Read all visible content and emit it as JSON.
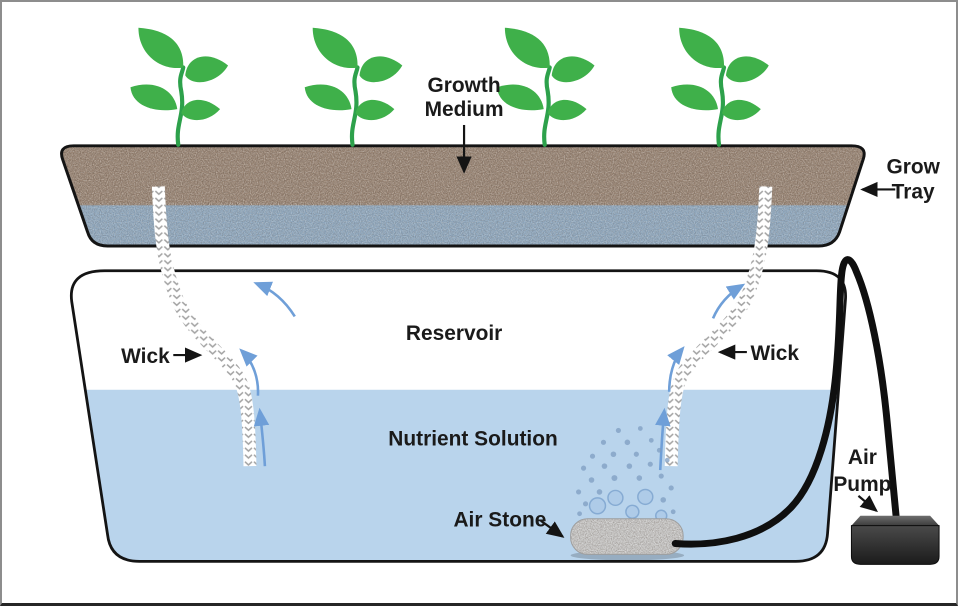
{
  "diagram": {
    "title": "Wick system hydroponics diagram",
    "labels": {
      "growth_medium": {
        "line1": "Growth",
        "line2": "Medium"
      },
      "grow_tray": {
        "line1": "Grow",
        "line2": "Tray"
      },
      "reservoir": "Reservoir",
      "nutrient_solution": "Nutrient Solution",
      "wick_left": "Wick",
      "wick_right": "Wick",
      "air_stone": "Air Stone",
      "air_pump": {
        "line1": "Air",
        "line2": "Pump"
      }
    },
    "plant_count": 4,
    "colors": {
      "water": "#b9d4ec",
      "tray_medium_brown": "#9b8675",
      "tray_water_layer": "#8fa9c1",
      "leaf_green": "#3fb04a",
      "stem_green": "#2da14b",
      "flow_arrow_blue": "#6f9fd8",
      "tube_black": "#0f0f0f",
      "air_stone_gray": "#c9c9c9",
      "outline_black": "#141414",
      "label_text": "#1a1a1a"
    }
  }
}
